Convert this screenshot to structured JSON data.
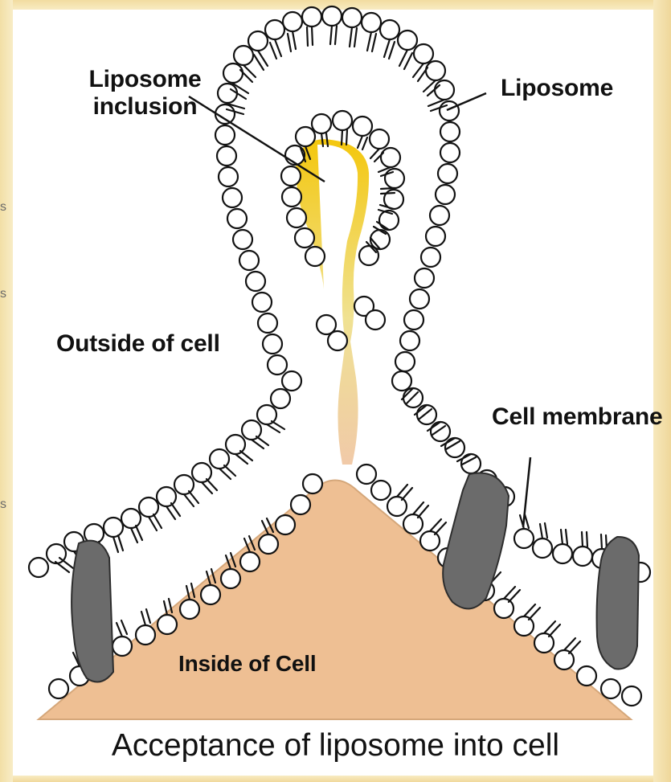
{
  "diagram": {
    "labels": {
      "liposome_inclusion": "Liposome\ninclusion",
      "liposome": "Liposome",
      "outside_of_cell": "Outside of cell",
      "cell_membrane": "Cell membrane",
      "inside_of_cell": "Inside of Cell"
    },
    "caption": "Acceptance of liposome into cell",
    "edge_fragments": [
      "s",
      "s",
      "s"
    ]
  },
  "colors": {
    "background_frame": "#f6e7b8",
    "panel": "#ffffff",
    "inclusion": "#f5c400",
    "cytoplasm": "#eebf93",
    "protein": "#6b6b6b",
    "lipid_head": "#ffffff",
    "outline": "#121212"
  }
}
